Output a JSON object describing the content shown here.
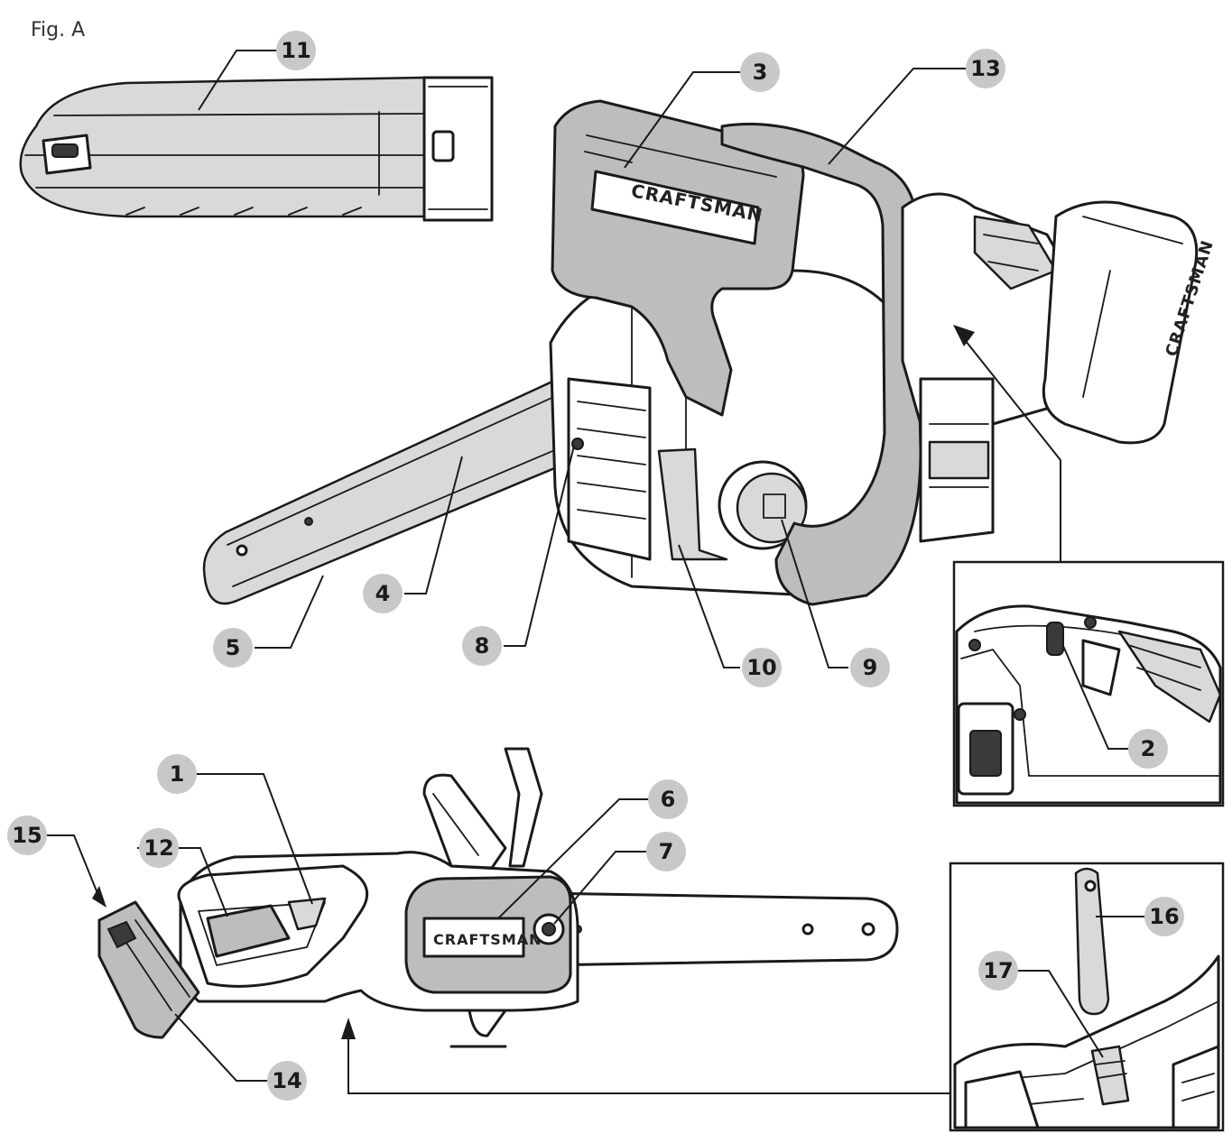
{
  "figure": {
    "title": "Fig. A",
    "brand": "CRAFTSMAN",
    "callouts": [
      {
        "id": "callout-11",
        "label": "11"
      },
      {
        "id": "callout-3",
        "label": "3"
      },
      {
        "id": "callout-13",
        "label": "13"
      },
      {
        "id": "callout-4",
        "label": "4"
      },
      {
        "id": "callout-5",
        "label": "5"
      },
      {
        "id": "callout-8",
        "label": "8"
      },
      {
        "id": "callout-10",
        "label": "10"
      },
      {
        "id": "callout-9",
        "label": "9"
      },
      {
        "id": "callout-2",
        "label": "2"
      },
      {
        "id": "callout-1",
        "label": "1"
      },
      {
        "id": "callout-6",
        "label": "6"
      },
      {
        "id": "callout-7",
        "label": "7"
      },
      {
        "id": "callout-15",
        "label": "15"
      },
      {
        "id": "callout-12",
        "label": "12"
      },
      {
        "id": "callout-16",
        "label": "16"
      },
      {
        "id": "callout-17",
        "label": "17"
      },
      {
        "id": "callout-14",
        "label": "14"
      }
    ]
  }
}
